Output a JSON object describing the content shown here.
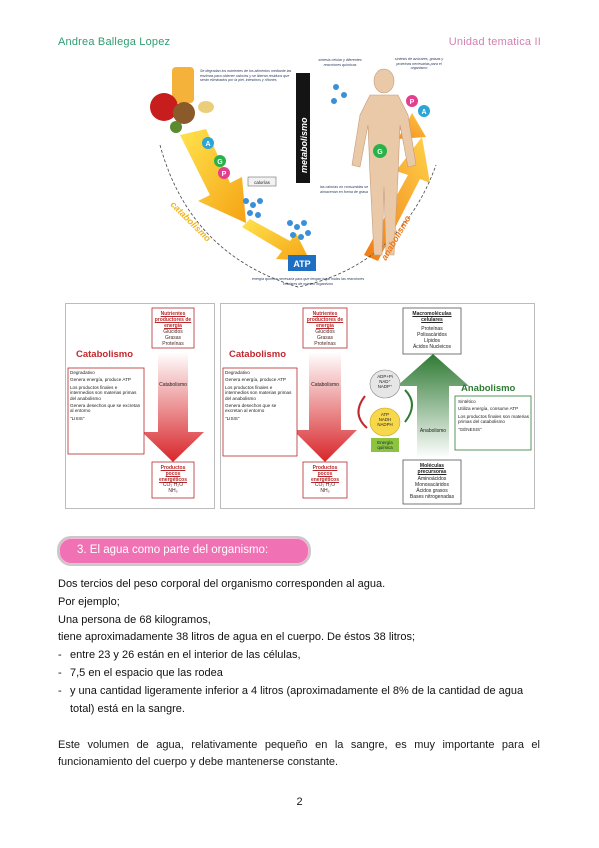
{
  "header": {
    "author": "Andrea Ballega Lopez",
    "unit": "Unidad tematica II"
  },
  "figure_top": {
    "note_left": "Se degradan los nutrientes de los alimentos mediante las enzimas para obtener calorías y se liberan residuos que serán eliminados por la piel, intestinos y riñones",
    "note_right": "síntesis celular y diferentes reacciones químicas",
    "note_right2": "síntesis de azúcares, grasas y proteínas necesarias para el organismo",
    "vertical_label": "metabolismo",
    "calorias": "calorías",
    "note_mid": "las calorías no consumidas se almacenan en forma de grasa",
    "catabolismo": "catabolismo",
    "anabolismo": "anabolismo",
    "atp": "ATP",
    "note_bottom": "energía química necesaria para que tengan lugar todas las reacciones celulares de nuestro organismo",
    "letters": [
      "A",
      "G",
      "P",
      "G",
      "P",
      "A"
    ]
  },
  "figure_left": {
    "nutrients_title": "Nutrientes productores de energía",
    "nutrients_items": "Glúcidos\nGrasas\nProteínas",
    "title": "Catabolismo",
    "list": [
      "Degradativo",
      "Genera energía, produce ATP",
      "Los productos finales e intermedios son materias primas del anabolismo",
      "Genera desechos que se excretan al entorno",
      "\"LISIS\""
    ],
    "arrow_label": "Catabolismo",
    "products_title": "Productos pocos energéticos",
    "products_items": "CO₂   H₂O\nNH₃"
  },
  "figure_right": {
    "nutrients_title": "Nutrientes productores de energía",
    "nutrients_items": "Glúcidos\nGrasas\nProteínas",
    "title_cat": "Catabolismo",
    "list_cat": [
      "Degradativo",
      "Genera energía, produce ATP",
      "Los productos finales e intermedios son materias primas del anabolismo",
      "Genera desechos que se excretan al entorno",
      "\"LISIS\""
    ],
    "arrow_cat": "Catabolismo",
    "products_title": "Productos pocos energéticos",
    "products_items": "CO₂   H₂O\nNH₃",
    "macro_title": "Macromoléculas celulares",
    "macro_items": "Proteínas\nPolisacáridos\nLípidos\nÁcidos Nucleicos",
    "adp": "ADP+Pi\nNAD⁺\nNADP⁺",
    "atp": "ATP\nNADH\nNADPH",
    "energy": "Energía química",
    "title_ana": "Anabolismo",
    "list_ana": [
      "Sintético",
      "Utiliza energía, consume ATP",
      "Los productos finales son materias primas del catabolismo",
      "\"GÉNESIS\""
    ],
    "arrow_ana": "Anabolismo",
    "precursor_title": "Moléculas precursoras",
    "precursor_items": "Aminoácidos\nMonosacáridos\nÁcidos grasos\nBases nitrogenadas"
  },
  "section": {
    "title": "3. El agua como parte del organismo:"
  },
  "body": {
    "p1": "Dos tercios del peso corporal del organismo corresponden al agua.",
    "p2": "Por ejemplo;",
    "p3": "Una persona de 68 kilogramos,",
    "p4": "tiene aproximadamente 38 litros de agua en el cuerpo. De éstos 38 litros;",
    "bullets": [
      "entre 23 y 26 están en el interior de las células,",
      "7,5 en el espacio que las rodea",
      "y una cantidad ligeramente inferior a 4 litros (aproximadamente el 8% de la cantidad de agua",
      "total) está en la sangre."
    ],
    "p5": "Este volumen de agua, relativamente pequeño en la sangre, es muy importante para el funcionamiento del cuerpo y debe mantenerse constante."
  },
  "page_number": "2"
}
